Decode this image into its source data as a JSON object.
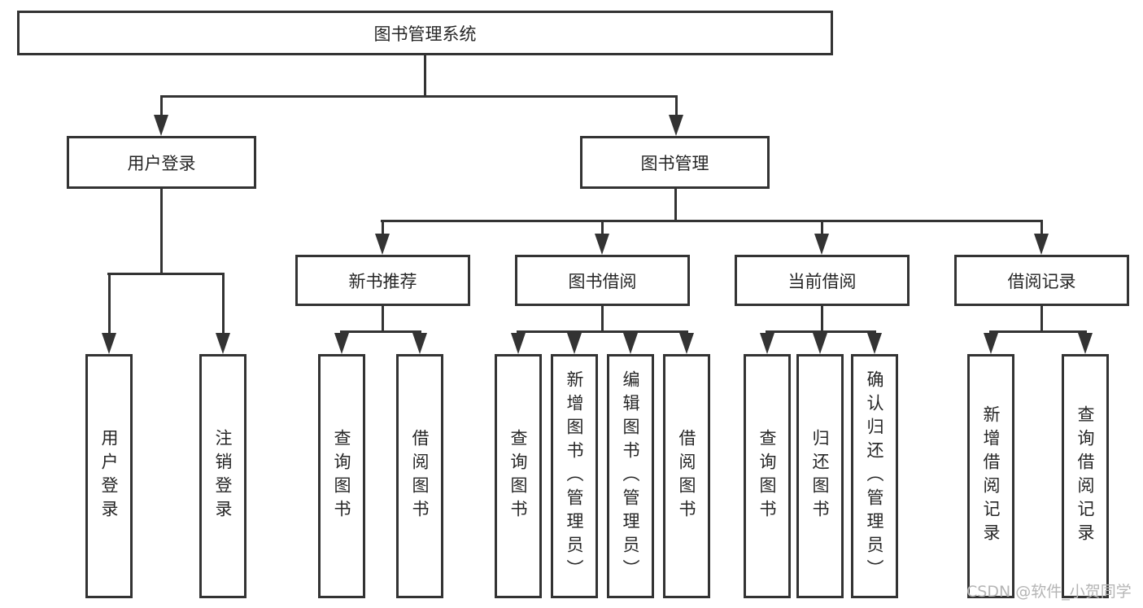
{
  "root": {
    "label": "图书管理系统"
  },
  "level2": [
    {
      "label": "用户登录"
    },
    {
      "label": "图书管理"
    }
  ],
  "login_leaves": [
    "用户登录",
    "注销登录"
  ],
  "groups": [
    {
      "label": "新书推荐",
      "leaves": [
        "查询图书",
        "借阅图书"
      ]
    },
    {
      "label": "图书借阅",
      "leaves": [
        "查询图书",
        "新增图书（管理员）",
        "编辑图书（管理员）",
        "借阅图书"
      ]
    },
    {
      "label": "当前借阅",
      "leaves": [
        "查询图书",
        "归还图书",
        "确认归还（管理员）"
      ]
    },
    {
      "label": "借阅记录",
      "leaves": [
        "新增借阅记录",
        "查询借阅记录"
      ]
    }
  ],
  "watermark": "CSDN @软件_小贺同学",
  "colors": {
    "line": "#333333",
    "text": "#262626",
    "watermark": "#b5b5b5",
    "background": "#ffffff"
  }
}
